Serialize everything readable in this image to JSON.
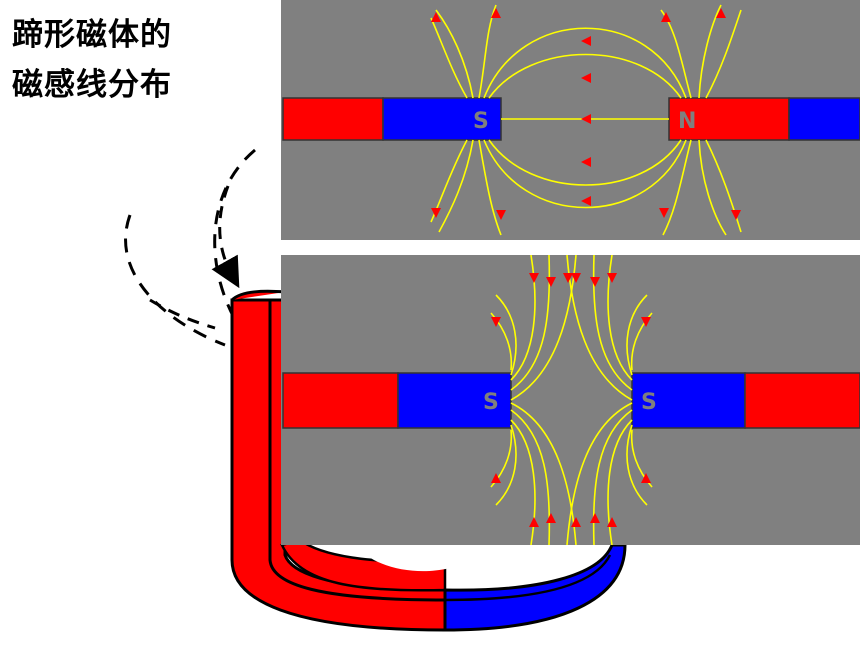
{
  "title": {
    "line1": "蹄形磁体的",
    "line2": "磁感线分布"
  },
  "colors": {
    "north": "#ff0000",
    "south": "#0000ff",
    "field_line": "#ffff00",
    "arrow": "#ff0000",
    "panel": "#808080",
    "background": "#ffffff"
  },
  "panel_top": {
    "left_pole": "S",
    "right_pole": "N"
  },
  "panel_bottom": {
    "left_pole": "S",
    "right_pole": "S"
  }
}
